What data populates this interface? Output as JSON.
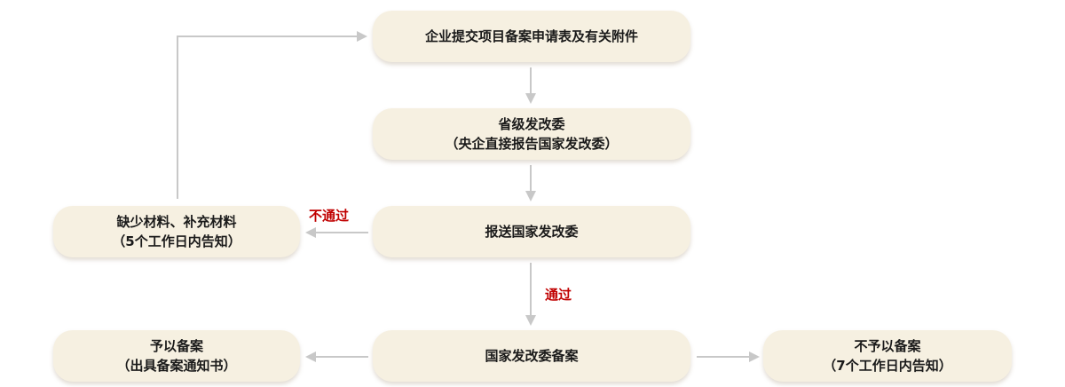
{
  "nodes": {
    "submit": {
      "line1": "企业提交项目备案申请表及有关附件"
    },
    "provincial": {
      "line1": "省级发改委",
      "line2": "（央企直接报告国家发改委）"
    },
    "report": {
      "line1": "报送国家发改委"
    },
    "missing": {
      "line1": "缺少材料、补充材料",
      "line2": "（5个工作日内告知）"
    },
    "national": {
      "line1": "国家发改委备案"
    },
    "approve": {
      "line1": "予以备案",
      "line2": "（出具备案通知书）"
    },
    "reject": {
      "line1": "不予以备案",
      "line2": "（7个工作日内告知）"
    }
  },
  "labels": {
    "fail": "不通过",
    "pass": "通过"
  },
  "colors": {
    "node_fill": "#f6f0e1",
    "connector": "#c8c8c8",
    "label_text": "#c00000"
  }
}
